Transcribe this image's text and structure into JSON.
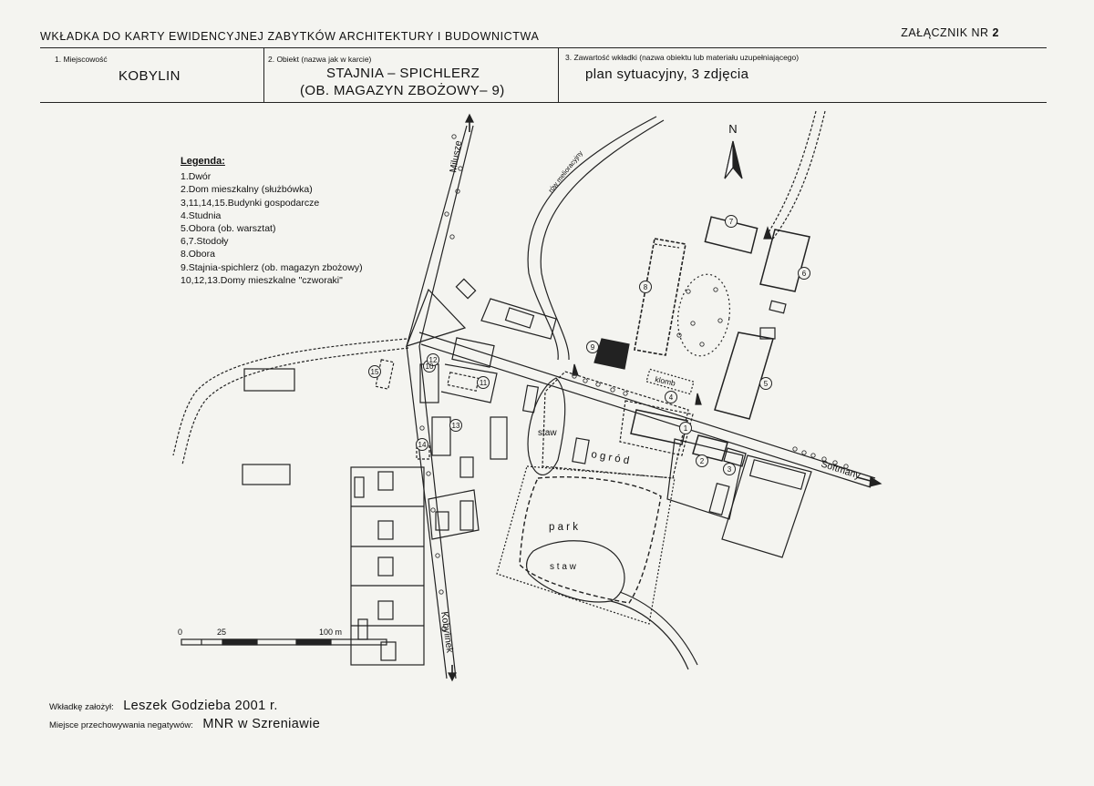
{
  "header": {
    "title": "WKŁADKA DO KARTY EWIDENCYJNEJ ZABYTKÓW ARCHITEKTURY I BUDOWNICTWA",
    "attachment_label": "ZAŁĄCZNIK NR",
    "attachment_number": "2"
  },
  "fields": {
    "place_label": "1. Miejscowość",
    "place_value": "KOBYLIN",
    "object_label": "2. Obiekt (nazwa jak w karcie)",
    "object_value_1": "STAJNIA – SPICHLERZ",
    "object_value_2": "(OB. MAGAZYN ZBOŻOWY– 9)",
    "content_label": "3. Zawartość wkładki (nazwa obiektu lub materiału uzupełniającego)",
    "content_value": "plan sytuacyjny,  3 zdjęcia"
  },
  "legend": {
    "title": "Legenda:",
    "items": [
      "1.Dwór",
      "2.Dom mieszkalny (służbówka)",
      "3,11,14,15.Budynki gospodarcze",
      "4.Studnia",
      "5.Obora (ob. warsztat)",
      "6,7.Stodoły",
      "8.Obora",
      "9.Stajnia-spichlerz (ob. magazyn zbożowy)",
      "10,12,13.Domy mieszkalne \"czworaki\""
    ]
  },
  "map": {
    "north": "N",
    "roads": {
      "milusze": "Milusze",
      "kobylinek": "Kobylinek",
      "softmany": "Softmany"
    },
    "ditch": "rów melioracyjny",
    "labels": {
      "staw_upper": "staw",
      "ogrod": "o g r ó d",
      "park": "p a r k",
      "staw_lower": "s t a w",
      "klomb": "klomb"
    },
    "building_numbers": [
      "1",
      "2",
      "3",
      "4",
      "5",
      "6",
      "7",
      "8",
      "9",
      "10",
      "11",
      "12",
      "13",
      "14",
      "15"
    ],
    "scale": {
      "zero": "0",
      "mid": "25",
      "end": "100 m"
    }
  },
  "footer": {
    "author_label": "Wkładkę założył:",
    "author_value": "Leszek  Godzieba  2001 r.",
    "storage_label": "Miejsce przechowywania negatywów:",
    "storage_value": "MNR w Szreniawie"
  }
}
